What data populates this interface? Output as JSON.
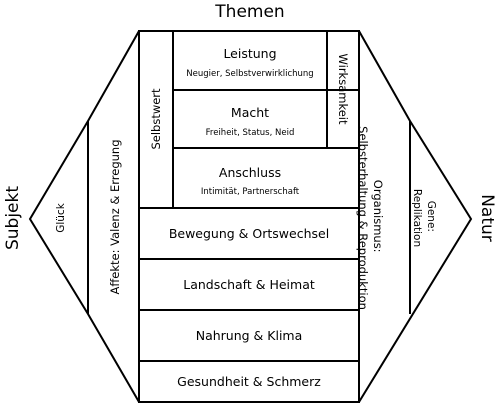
{
  "top_label": "Themen",
  "left_label": "Subjekt",
  "right_label": "Natur",
  "boxes": [
    {
      "title": "Leistung",
      "subtitle": "Neugier, Selbstverwirklichung"
    },
    {
      "title": "Macht",
      "subtitle": "Freiheit, Status, Neid"
    },
    {
      "title": "Anschluss",
      "subtitle": "Intimität, Partnerschaft"
    }
  ],
  "bands": [
    "Bewegung & Ortswechsel",
    "Landschaft & Heimat",
    "Nahrung & Klima",
    "Gesundheit & Schmerz"
  ],
  "selbstwert": "Selbstwert",
  "wirksamkeit": "Wirksamkeit",
  "glueck": "Glück",
  "affekte": "Affekte: Valenz & Erregung",
  "organismus_line1": "Organismus:",
  "organismus_line2": "Selbsterhaltung & Reproduktion",
  "gene_line1": "Gene:",
  "gene_line2": "Replikation"
}
